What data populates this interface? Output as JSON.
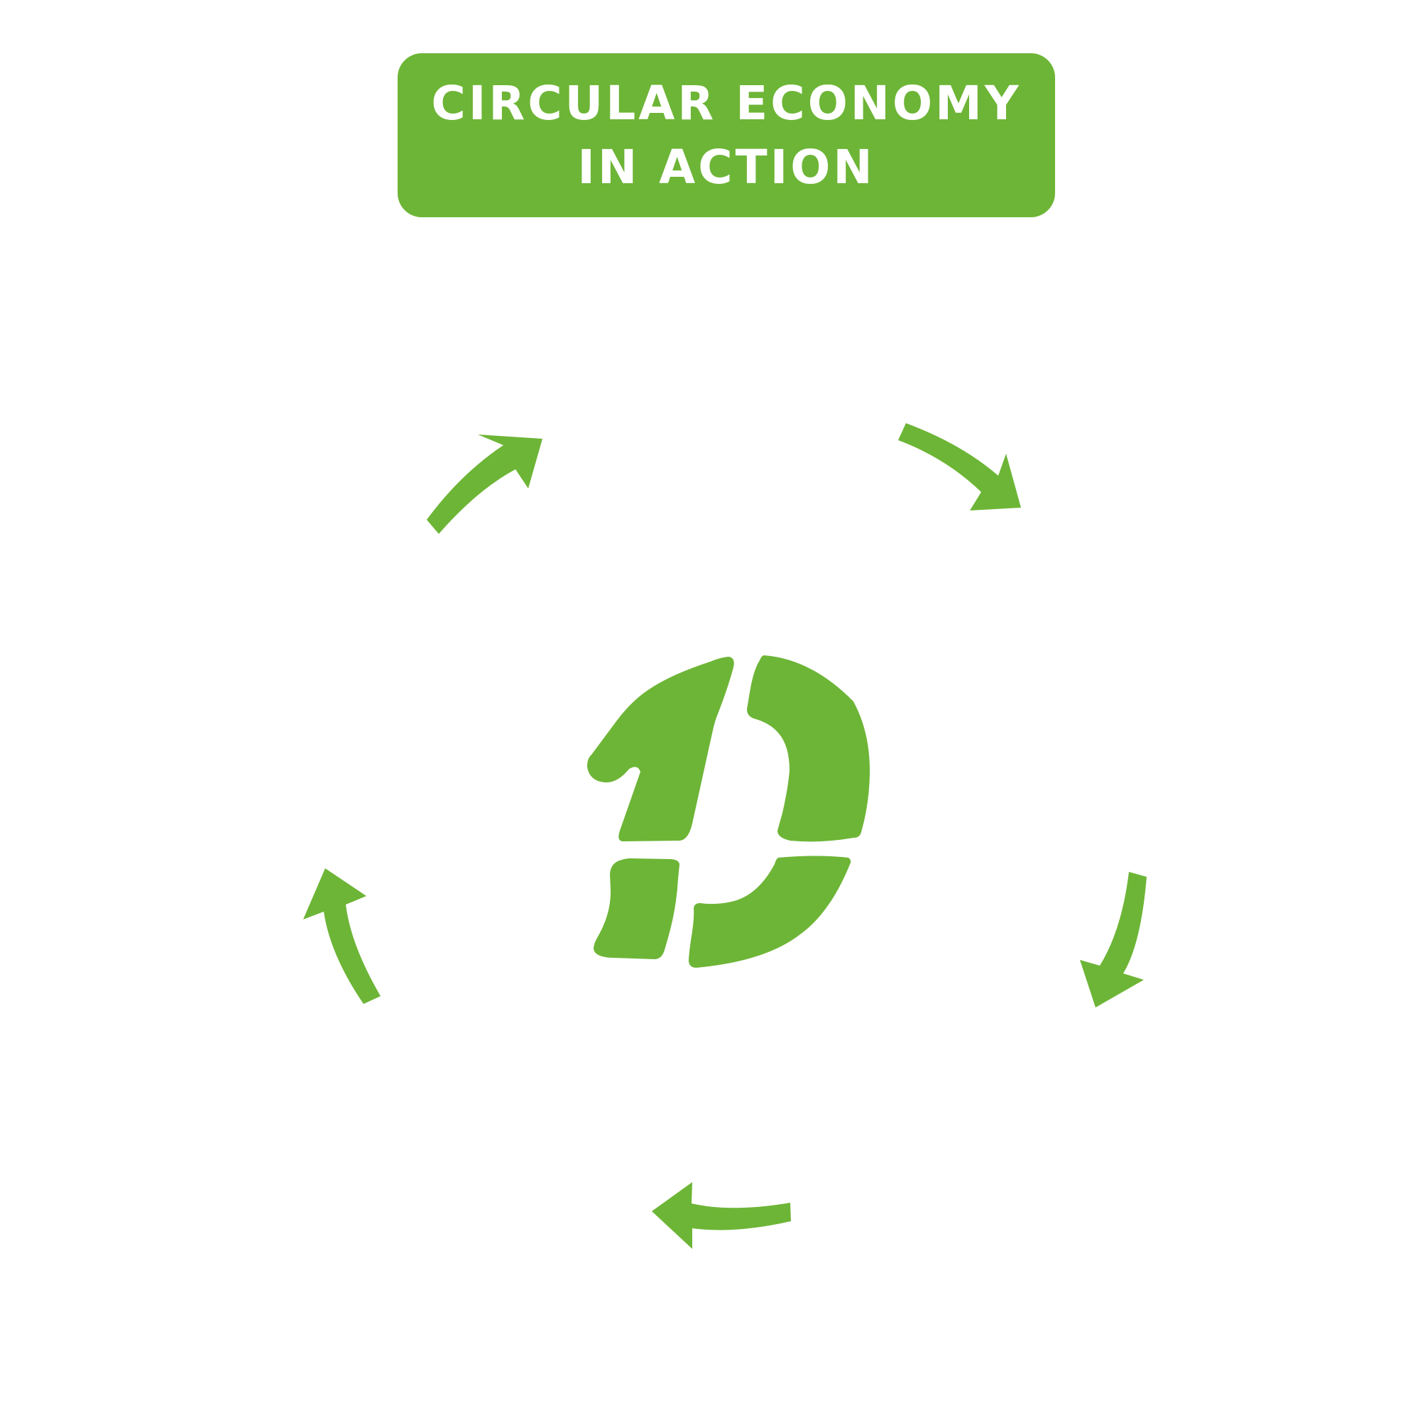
{
  "title": {
    "line1": "CIRCULAR ECONOMY",
    "line2": "IN ACTION"
  },
  "colors": {
    "accent": "#6db536",
    "background": "#ffffff",
    "title_text": "#ffffff"
  },
  "diagram": {
    "type": "cycle",
    "center_icon": "recycle-logo-icon",
    "cycle_arrows": [
      "arrow-icon",
      "arrow-icon",
      "arrow-icon",
      "arrow-icon",
      "arrow-icon"
    ]
  }
}
